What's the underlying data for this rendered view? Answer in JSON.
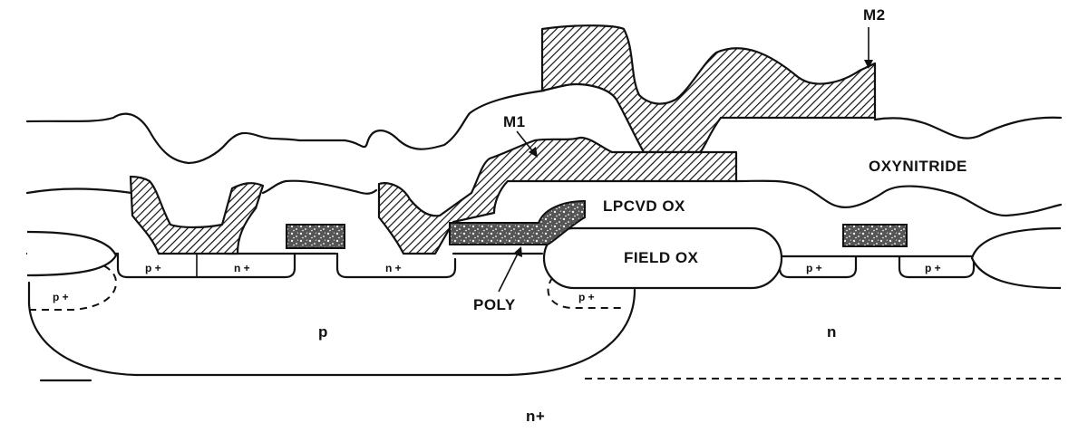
{
  "labels": {
    "m2": "M2",
    "m1": "M1",
    "oxynitride": "OXYNITRIDE",
    "lpcvd_ox": "LPCVD OX",
    "field_ox": "FIELD OX",
    "poly": "POLY",
    "p_well": "p",
    "n_well": "n",
    "substrate": "n+",
    "p_plus_1": "p +",
    "n_plus_1": "n +",
    "n_plus_2": "n +",
    "p_plus_channel_stop_left": "p +",
    "p_plus_channel_stop_right": "p +",
    "p_plus_2": "p +",
    "p_plus_3": "p +"
  }
}
